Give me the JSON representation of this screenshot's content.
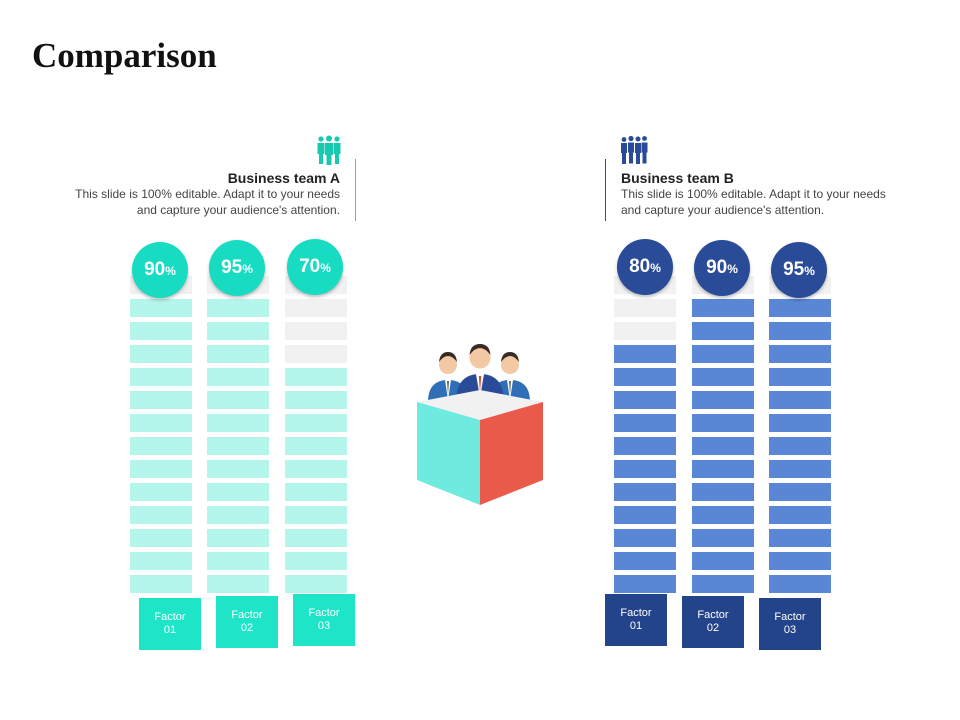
{
  "title": "Comparison",
  "colors": {
    "teal_badge": "#17dcc1",
    "teal_fill": "#b4f5ec",
    "teal_factor": "#1ee5c7",
    "blue_badge": "#2a4b98",
    "blue_fill": "#5a86d6",
    "blue_factor": "#23438a",
    "empty": "#f1f1f1",
    "line_a": "#1ed6bd",
    "line_b": "#2a4b98"
  },
  "team_a": {
    "name": "Business team A",
    "desc_line1": "This slide is 100% editable. Adapt it to your needs",
    "desc_line2": "and capture your audience's attention.",
    "icon": "group-people-icon",
    "factors": [
      {
        "value": "90",
        "unit": "%",
        "label1": "Factor",
        "label2": "01",
        "level": 0.9
      },
      {
        "value": "95",
        "unit": "%",
        "label1": "Factor",
        "label2": "02",
        "level": 0.95
      },
      {
        "value": "70",
        "unit": "%",
        "label1": "Factor",
        "label2": "03",
        "level": 0.7
      }
    ]
  },
  "team_b": {
    "name": "Business team B",
    "desc_line1": "This slide is 100% editable. Adapt it to your needs",
    "desc_line2": "and capture your audience's attention.",
    "icon": "business-people-icon",
    "factors": [
      {
        "value": "80",
        "unit": "%",
        "label1": "Factor",
        "label2": "01",
        "level": 0.8
      },
      {
        "value": "90",
        "unit": "%",
        "label1": "Factor",
        "label2": "02",
        "level": 0.9
      },
      {
        "value": "95",
        "unit": "%",
        "label1": "Factor",
        "label2": "03",
        "level": 0.95
      }
    ]
  }
}
